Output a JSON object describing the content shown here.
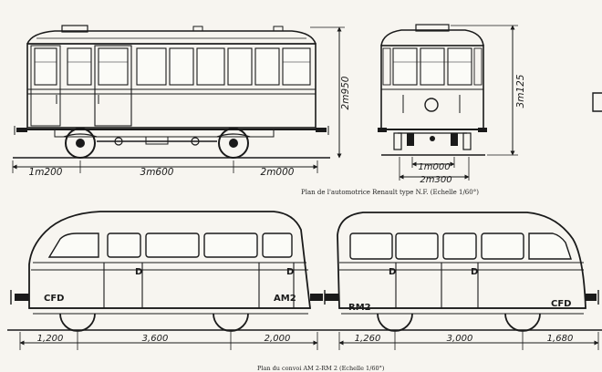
{
  "plate_top": {
    "caption": "Plan de l'automotrice Renault type N.F. (Echelle 1/60°)",
    "side_view": {
      "dims": [
        "1m200",
        "3m600",
        "2m000"
      ],
      "height": "2m950"
    },
    "end_view": {
      "height": "3m125",
      "dims": [
        "1m000",
        "2m300"
      ]
    }
  },
  "plate_bottom": {
    "caption": "Plan du convoi AM 2-RM 2 (Echelle 1/60°)",
    "motor_car": {
      "label_left": "CFD",
      "label_right": "AM2",
      "door_marks": [
        "D",
        "D"
      ],
      "dims": [
        "1,200",
        "3,600",
        "2,000"
      ]
    },
    "trailer": {
      "label_left": "RM2",
      "label_right": "CFD",
      "door_marks": [
        "D",
        "D"
      ],
      "dims": [
        "1,260",
        "3,000",
        "1,680"
      ]
    }
  }
}
